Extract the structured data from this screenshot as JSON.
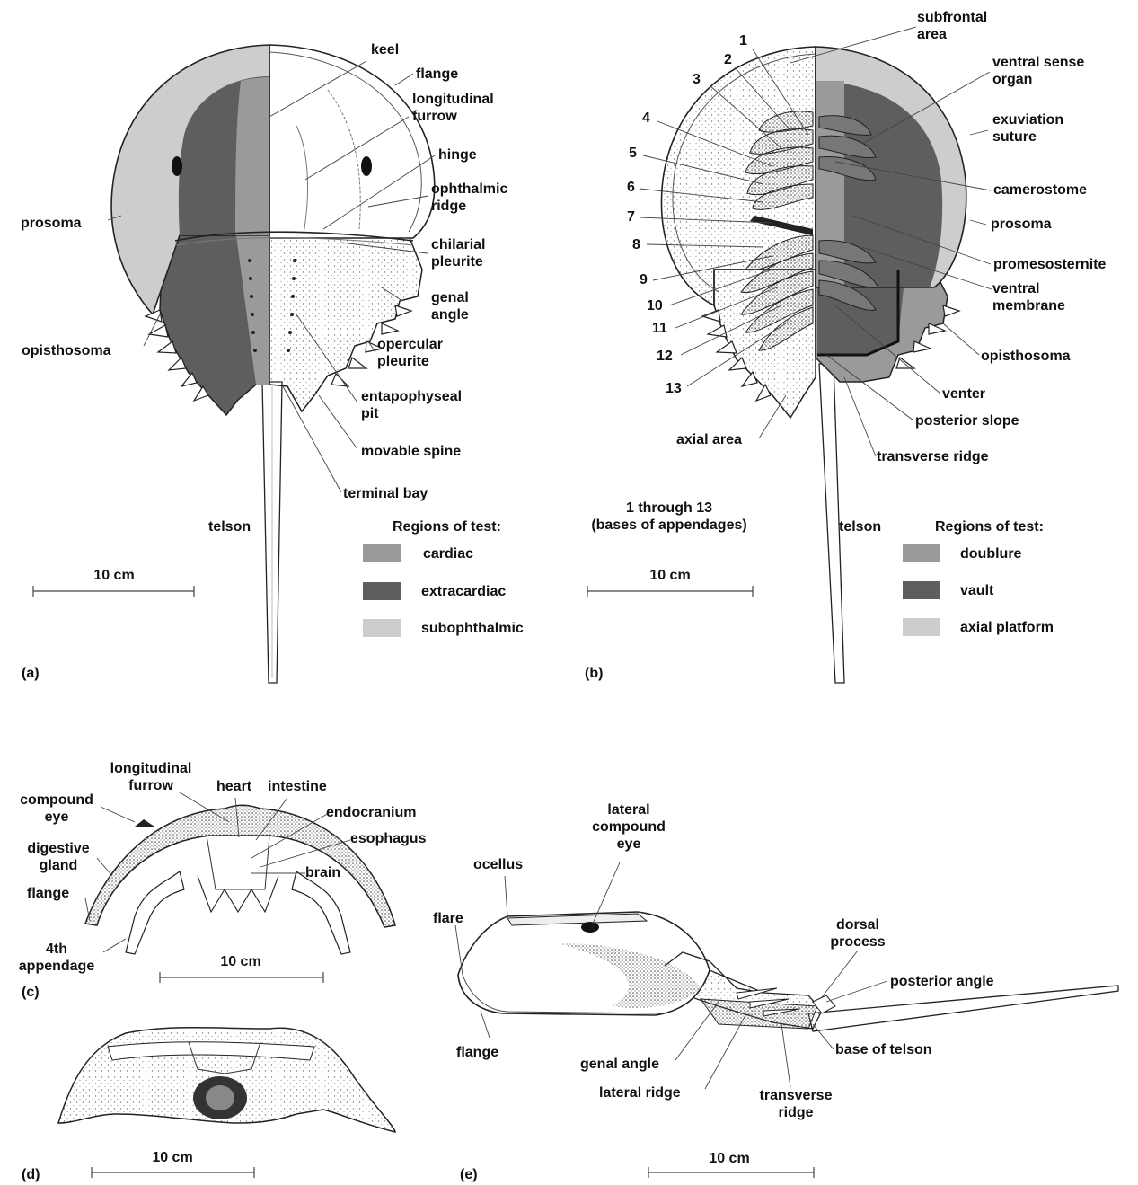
{
  "panels": {
    "a": {
      "tag": "(a)",
      "labels": {
        "keel": "keel",
        "flange": "flange",
        "longitudinal_furrow": "longitudinal\nfurrow",
        "hinge": "hinge",
        "ophthalmic_ridge": "ophthalmic\nridge",
        "prosoma": "prosoma",
        "chilarial_pleurite": "chilarial\npleurite",
        "genal_angle": "genal\nangle",
        "opisthosoma": "opisthosoma",
        "opercular_pleurite": "opercular\npleurite",
        "entapophyseal_pit": "entapophyseal\npit",
        "movable_spine": "movable spine",
        "terminal_bay": "terminal bay",
        "telson": "telson"
      },
      "scale": "10 cm",
      "legend": {
        "title": "Regions of test:",
        "items": [
          {
            "label": "cardiac",
            "color": "#9a9a9a"
          },
          {
            "label": "extracardiac",
            "color": "#5e5e5e"
          },
          {
            "label": "subophthalmic",
            "color": "#cdcdcd"
          }
        ]
      }
    },
    "b": {
      "tag": "(b)",
      "numbers": [
        "1",
        "2",
        "3",
        "4",
        "5",
        "6",
        "7",
        "8",
        "9",
        "10",
        "11",
        "12",
        "13"
      ],
      "labels": {
        "subfrontal_area": "subfrontal\narea",
        "ventral_sense_organ": "ventral sense\norgan",
        "exuviation_suture": "exuviation\nsuture",
        "camerostome": "camerostome",
        "prosoma": "prosoma",
        "promesosternite": "promesosternite",
        "ventral_membrane": "ventral\nmembrane",
        "opisthosoma": "opisthosoma",
        "venter": "venter",
        "posterior_slope": "posterior slope",
        "axial_area": "axial area",
        "transverse_ridge": "transverse ridge",
        "appendage_note": "1 through 13\n(bases of appendages)",
        "telson": "telson"
      },
      "scale": "10 cm",
      "legend": {
        "title": "Regions of test:",
        "items": [
          {
            "label": "doublure",
            "color": "#9a9a9a"
          },
          {
            "label": "vault",
            "color": "#5e5e5e"
          },
          {
            "label": "axial platform",
            "color": "#cdcdcd"
          }
        ]
      }
    },
    "c": {
      "tag": "(c)",
      "labels": {
        "longitudinal_furrow": "longitudinal\nfurrow",
        "heart": "heart",
        "intestine": "intestine",
        "compound_eye": "compound\neye",
        "endocranium": "endocranium",
        "esophagus": "esophagus",
        "digestive_gland": "digestive\ngland",
        "brain": "brain",
        "flange": "flange",
        "fourth_appendage": "4th\nappendage"
      },
      "scale": "10 cm"
    },
    "d": {
      "tag": "(d)",
      "scale": "10 cm"
    },
    "e": {
      "tag": "(e)",
      "labels": {
        "lateral_compound_eye": "lateral\ncompound\neye",
        "ocellus": "ocellus",
        "flare": "flare",
        "dorsal_process": "dorsal\nprocess",
        "posterior_angle": "posterior angle",
        "base_of_telson": "base of telson",
        "flange": "flange",
        "genal_angle": "genal angle",
        "lateral_ridge": "lateral ridge",
        "transverse_ridge": "transverse\nridge"
      },
      "scale": "10 cm"
    }
  }
}
